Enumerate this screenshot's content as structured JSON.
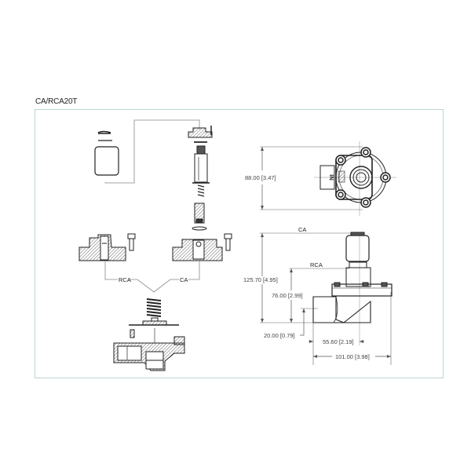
{
  "title": "CA/RCA20T",
  "exploded_view": {
    "labels": {
      "rca": "RCA",
      "ca": "CA"
    }
  },
  "top_view": {
    "inlet_marking": "IN",
    "dimension_height": "88.00  [3.47]"
  },
  "side_view": {
    "labels": {
      "ca": "CA",
      "rca": "RCA"
    },
    "dimensions": {
      "total_height_ca": "125.70  [4.95]",
      "height_rca": "76.00  [2.99]",
      "inlet_center_height": "20.00  [0.79]",
      "center_offset": "55.60  [2.19]",
      "overall_length": "101.00  [3.98]"
    }
  },
  "colors": {
    "frame_border": "#b9d6d3",
    "line": "#222222",
    "hatch": "#777777",
    "dim_line": "#555555"
  }
}
